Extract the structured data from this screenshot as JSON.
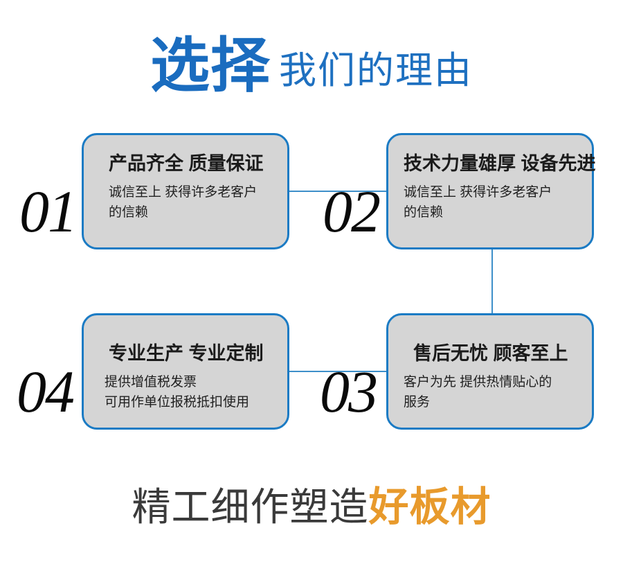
{
  "heading": {
    "strong": "选择",
    "light": "我们的理由"
  },
  "colors": {
    "brand_blue": "#1a6cbf",
    "border_blue": "#1b7bc4",
    "connector_blue": "#3d8fc9",
    "card_fill": "#d5d5d5",
    "accent_orange": "#e89a2c",
    "text_dark": "#1b1b1b",
    "tagline_dark": "#3a3a3a"
  },
  "cards": [
    {
      "number": "01",
      "title": "产品齐全 质量保证",
      "body_lines": [
        "诚信至上 获得许多老客户",
        "的信赖"
      ]
    },
    {
      "number": "02",
      "title": "技术力量雄厚 设备先进",
      "body_lines": [
        "诚信至上 获得许多老客户",
        "的信赖"
      ]
    },
    {
      "number": "03",
      "title": "售后无忧 顾客至上",
      "body_lines": [
        "客户为先 提供热情贴心的",
        "服务"
      ]
    },
    {
      "number": "04",
      "title": "专业生产 专业定制",
      "body_lines": [
        "提供增值税发票",
        "可用作单位报税抵扣使用"
      ]
    }
  ],
  "tagline": {
    "dark": "精工细作塑造",
    "accent": "好板材"
  }
}
